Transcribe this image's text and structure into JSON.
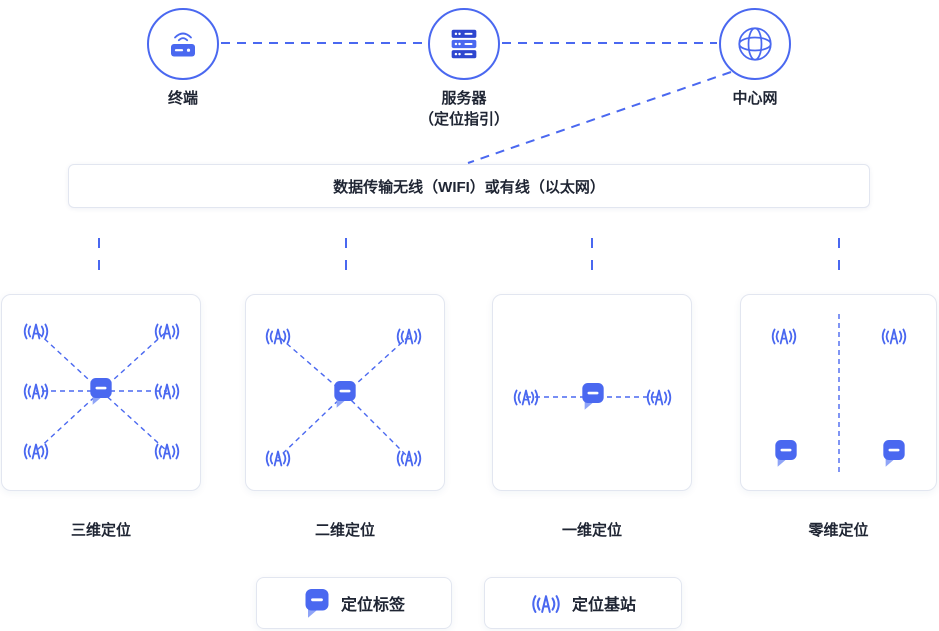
{
  "colors": {
    "accent": "#4a68f0",
    "accent-dark": "#2e46cf",
    "accent-light": "#8fa4f7",
    "text": "#1f2533",
    "border": "#e2e6f0"
  },
  "top_nodes": [
    {
      "id": "terminal",
      "label": "终端"
    },
    {
      "id": "server",
      "label": "服务器\n（定位指引）"
    },
    {
      "id": "central-network",
      "label": "中心网"
    }
  ],
  "bus": {
    "label": "数据传输无线（WIFI）或有线（以太网）"
  },
  "panels": [
    {
      "id": "panel-3d",
      "label": "三维定位",
      "base_stations": 6,
      "tags": 1
    },
    {
      "id": "panel-2d",
      "label": "二维定位",
      "base_stations": 4,
      "tags": 1
    },
    {
      "id": "panel-1d",
      "label": "一维定位",
      "base_stations": 2,
      "tags": 1
    },
    {
      "id": "panel-0d",
      "label": "零维定位",
      "base_stations": 2,
      "tags": 2
    }
  ],
  "legend": [
    {
      "id": "tag",
      "label": "定位标签"
    },
    {
      "id": "base-station",
      "label": "定位基站"
    }
  ]
}
